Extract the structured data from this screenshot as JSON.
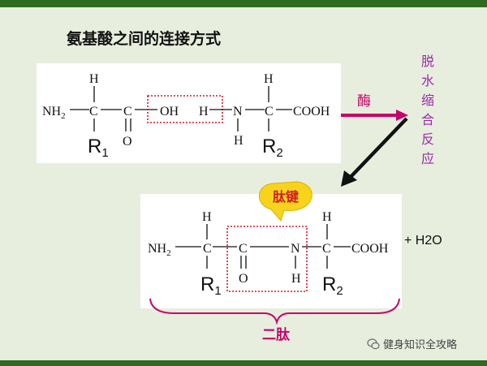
{
  "title": "氨基酸之间的连接方式",
  "reaction_label_enzyme": "酶",
  "reaction_label_vertical": [
    "脱",
    "水",
    "缩",
    "合",
    "反",
    "应"
  ],
  "molecule1": {
    "left": {
      "nh2_base": "NH",
      "nh2_sub": "2",
      "h": "H",
      "c1": "C",
      "r": "R",
      "r_sub": "1",
      "c2": "C",
      "o": "O"
    },
    "oh": "OH",
    "h_amine": "H",
    "right": {
      "n": "N",
      "h_top": "H",
      "h_bottom": "H",
      "c": "C",
      "cooh": "COOH",
      "r": "R",
      "r_sub": "2"
    }
  },
  "peptide_bond_label": "肽键",
  "product": {
    "nh2_base": "NH",
    "nh2_sub": "2",
    "h_left": "H",
    "c_left": "C",
    "r_left": "R",
    "r_left_sub": "1",
    "c_mid": "C",
    "o": "O",
    "n": "N",
    "h_n": "H",
    "h_right": "H",
    "c_right": "C",
    "cooh": "COOH",
    "r_right": "R",
    "r_right_sub": "2"
  },
  "water": "+  H2O",
  "dipeptide_label": "二肽",
  "watermark": "健身知识全攻略",
  "colors": {
    "accent": "#c8006a",
    "peptide": "#d11a2a",
    "bubble": "#f7d41b",
    "frame": "#2f6b1e",
    "background": "#e7eede"
  },
  "icons": [
    "arrow-right-icon",
    "arrow-diagonal-icon",
    "speech-bubble-icon",
    "wechat-icon"
  ]
}
